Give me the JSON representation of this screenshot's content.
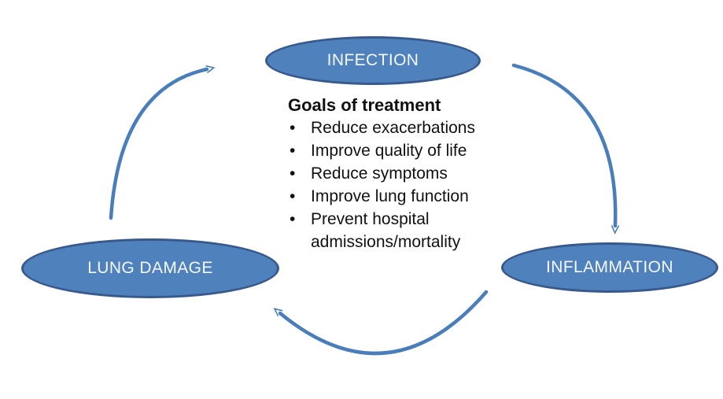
{
  "colors": {
    "node_fill": "#4f81bd",
    "node_border": "#38598c",
    "node_text": "#f5f8fc",
    "arrow": "#4a7ebb",
    "body_text": "#111111"
  },
  "cycle": {
    "nodes": {
      "infection": {
        "label": "INFECTION"
      },
      "inflammation": {
        "label": "INFLAMMATION"
      },
      "lung_damage": {
        "label": "LUNG DAMAGE"
      }
    },
    "arrows": [
      {
        "from": "INFECTION",
        "to": "INFLAMMATION"
      },
      {
        "from": "INFLAMMATION",
        "to": "LUNG DAMAGE"
      },
      {
        "from": "LUNG DAMAGE",
        "to": "INFECTION"
      }
    ]
  },
  "goals": {
    "title": "Goals of treatment",
    "items": [
      "Reduce exacerbations",
      "Improve quality of life",
      "Reduce symptoms",
      "Improve lung function",
      "Prevent hospital admissions/mortality"
    ]
  }
}
